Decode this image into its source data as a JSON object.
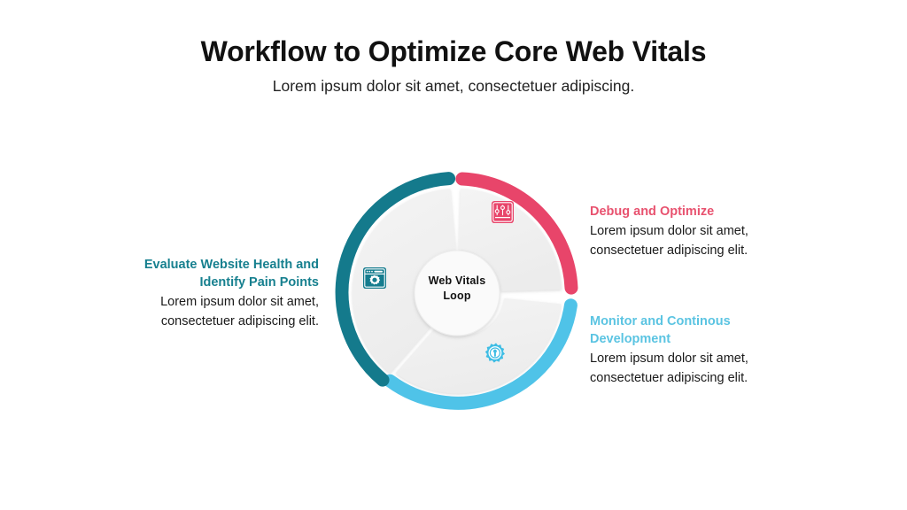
{
  "header": {
    "title": "Workflow to Optimize Core Web Vitals",
    "subtitle": "Lorem ipsum dolor sit amet, consectetuer adipiscing."
  },
  "wheel": {
    "hub_line1": "Web Vitals",
    "hub_line2": "Loop",
    "segments": [
      {
        "id": "debug",
        "arc_color": "#E8456A",
        "icon_color": "#E8456A",
        "icon_name": "sliders-icon",
        "fill": "#F1F1F1"
      },
      {
        "id": "monitor",
        "arc_color": "#4FC3E8",
        "icon_color": "#3FBDE4",
        "icon_name": "gear-wrench-icon",
        "fill": "#F1F1F1"
      },
      {
        "id": "evaluate",
        "arc_color": "#147A8C",
        "icon_color": "#157C8E",
        "icon_name": "browser-settings-icon",
        "fill": "#F1F1F1"
      }
    ]
  },
  "callouts": {
    "debug": {
      "title": "Debug and Optimize",
      "title_color": "#E8526F",
      "body_line1": "Lorem ipsum dolor sit amet,",
      "body_line2": "consectetuer adipiscing elit."
    },
    "monitor": {
      "title_line1": "Monitor and Continous",
      "title_line2": "Development",
      "title_color": "#5BC4E2",
      "body_line1": "Lorem ipsum dolor sit amet,",
      "body_line2": "consectetuer adipiscing elit."
    },
    "evaluate": {
      "title_line1": "Evaluate Website Health and",
      "title_line2": "Identify Pain Points",
      "title_color": "#17808F",
      "body_line1": "Lorem ipsum dolor sit amet,",
      "body_line2": "consectetuer adipiscing elit."
    }
  }
}
